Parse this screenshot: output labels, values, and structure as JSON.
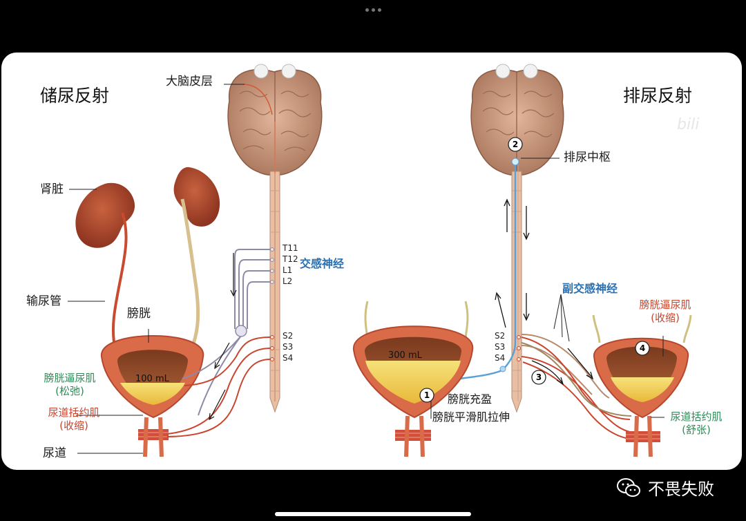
{
  "titles": {
    "storage": "储尿反射",
    "voiding": "排尿反射"
  },
  "labels": {
    "cortex": "大脑皮层",
    "kidney": "肾脏",
    "ureter": "输尿管",
    "bladder": "膀胱",
    "urethra": "尿道",
    "sympathetic": "交感神经",
    "parasympathetic": "副交感神经",
    "micturition_center": "排尿中枢",
    "bladder_full": "膀胱充盈",
    "bladder_stretch": "膀胱平滑肌拉伸"
  },
  "left_muscles": {
    "detrusor": "膀胱逼尿肌",
    "detrusor_state": "(松弛)",
    "sphincter": "尿道括约肌",
    "sphincter_state": "(收缩)"
  },
  "right_muscles": {
    "detrusor": "膀胱逼尿肌",
    "detrusor_state": "(收缩)",
    "sphincter": "尿道括约肌",
    "sphincter_state": "(舒张)"
  },
  "segments": {
    "t11": "T11",
    "t12": "T12",
    "l1": "L1",
    "l2": "L2",
    "s2": "S2",
    "s3": "S3",
    "s4": "S4"
  },
  "volumes": {
    "left": "100 mL",
    "right": "300 mL"
  },
  "steps": {
    "one": "1",
    "two": "2",
    "three": "3",
    "four": "4"
  },
  "brand": {
    "name": "不畏失败",
    "icon": "wechat-icon"
  },
  "colors": {
    "sympathetic": "#2a6fb0",
    "parasympathetic_label": "#2e8b57",
    "muscle_label": "#c8452e"
  }
}
